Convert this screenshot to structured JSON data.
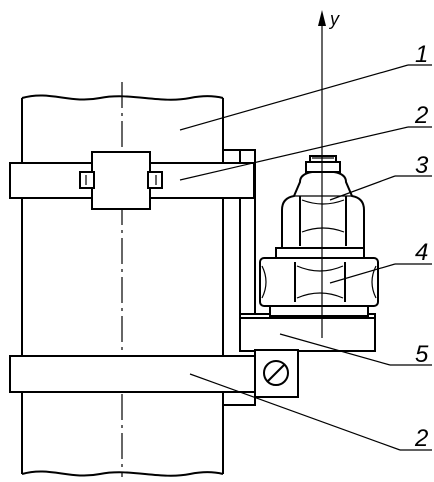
{
  "diagram": {
    "axis_label": "y",
    "callouts": [
      {
        "id": "pipe",
        "label": "1"
      },
      {
        "id": "clamp-upper",
        "label": "2"
      },
      {
        "id": "cap-nut",
        "label": "3"
      },
      {
        "id": "hex-nut",
        "label": "4"
      },
      {
        "id": "bracket",
        "label": "5"
      },
      {
        "id": "clamp-lower",
        "label": "2"
      }
    ]
  }
}
